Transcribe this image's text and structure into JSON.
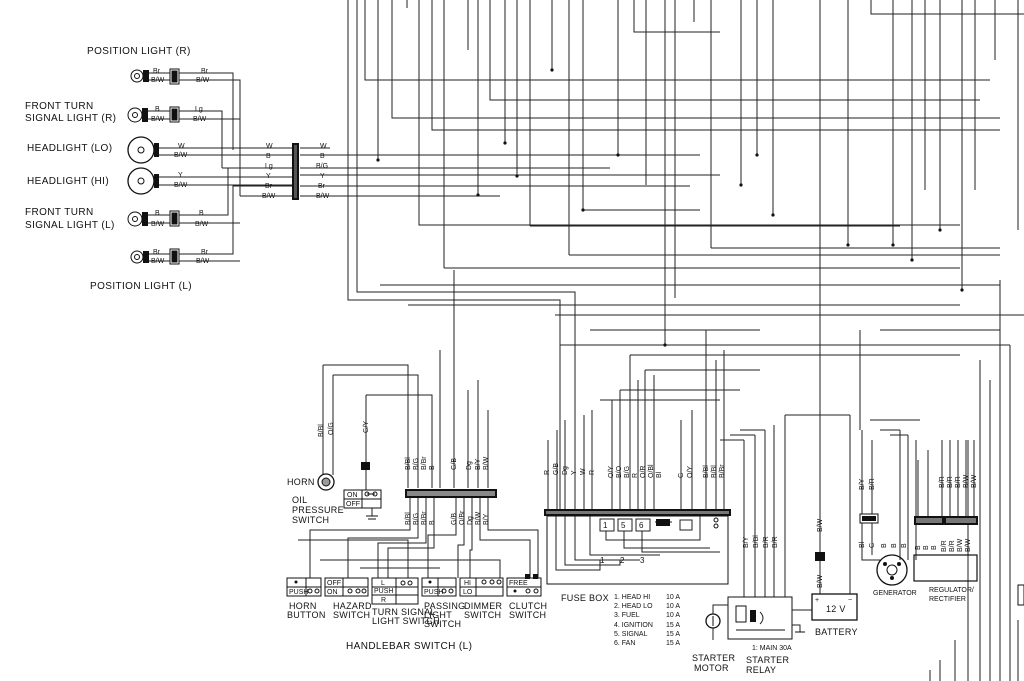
{
  "labels": {
    "position_light_r": "POSITION LIGHT (R)",
    "front_turn_r_1": "FRONT TURN",
    "front_turn_r_2": "SIGNAL LIGHT (R)",
    "headlight_lo": "HEADLIGHT (LO)",
    "headlight_hi": "HEADLIGHT (HI)",
    "front_turn_l_1": "FRONT TURN",
    "front_turn_l_2": "SIGNAL LIGHT (L)",
    "position_light_l": "POSITION LIGHT (L)",
    "horn": "HORN",
    "oil_pressure_1": "OIL",
    "oil_pressure_2": "PRESSURE",
    "oil_pressure_3": "SWITCH",
    "fuse_box": "FUSE BOX",
    "handlebar_switch": "HANDLEBAR SWITCH (L)",
    "starter_motor_1": "STARTER",
    "starter_motor_2": "MOTOR",
    "starter_relay_1": "STARTER",
    "starter_relay_2": "RELAY",
    "main_fuse": "1: MAIN 30A",
    "battery": "BATTERY",
    "battery_voltage": "12 V",
    "generator": "GENERATOR",
    "regulator_1": "REGULATOR/",
    "regulator_2": "RECTIFIER"
  },
  "switches": [
    {
      "name": "horn-button",
      "l1": "HORN",
      "l2": "BUTTON",
      "states": [
        "PUSH"
      ]
    },
    {
      "name": "hazard-switch",
      "l1": "HAZARD",
      "l2": "SWITCH",
      "states": [
        "OFF",
        "ON"
      ]
    },
    {
      "name": "turn-signal-switch",
      "l1": "TURN SIGNAL",
      "l2": "LIGHT SWITCH",
      "states": [
        "L",
        "PUSH",
        "R"
      ]
    },
    {
      "name": "passing-light-switch",
      "l1": "PASSING",
      "l2": "LIGHT",
      "l3": "SWITCH",
      "states": [
        "PUSH"
      ]
    },
    {
      "name": "dimmer-switch",
      "l1": "DIMMER",
      "l2": "SWITCH",
      "states": [
        "HI",
        "LO"
      ]
    },
    {
      "name": "clutch-switch",
      "l1": "CLUTCH",
      "l2": "SWITCH",
      "states": [
        "FREE"
      ]
    }
  ],
  "oil_switch_states": [
    "ON",
    "OFF"
  ],
  "fuses": [
    {
      "name": "1. HEAD HI",
      "rating": "10 A"
    },
    {
      "name": "2. HEAD LO",
      "rating": "10 A"
    },
    {
      "name": "3. FUEL",
      "rating": "10 A"
    },
    {
      "name": "4. IGNITION",
      "rating": "15 A"
    },
    {
      "name": "5. SIGNAL",
      "rating": "15 A"
    },
    {
      "name": "6. FAN",
      "rating": "15 A"
    }
  ],
  "wire_codes": {
    "pos_r": [
      "Br",
      "B/W"
    ],
    "pos_r_out": [
      "Br",
      "B/W"
    ],
    "turn_r": [
      "B",
      "B/W"
    ],
    "turn_r_out": [
      "Lg",
      "B/W"
    ],
    "head_lo": [
      "W",
      "B/W"
    ],
    "head_hi": [
      "Y",
      "B/W"
    ],
    "turn_l": [
      "B",
      "B/W"
    ],
    "pos_l": [
      "Br",
      "B/W"
    ],
    "pos_l_out": [
      "Br",
      "B/W"
    ],
    "connector_left": [
      "W",
      "B",
      "Lg",
      "Y",
      "Br",
      "B/W"
    ],
    "connector_right": [
      "W",
      "B",
      "B/G",
      "Y",
      "Br",
      "B/W"
    ],
    "horn_wires": [
      "B/Bl",
      "O/G"
    ],
    "oil_wire": "G/Y",
    "hb_top": [
      "B/Bl",
      "B/G",
      "B/Br",
      "B",
      "G/B",
      "Dg",
      "B/Y",
      "B/W"
    ],
    "hb_bottom": [
      "B/Bl",
      "B/G",
      "B/Br",
      "B",
      "G/B",
      "O/Br",
      "Dg",
      "B/W",
      "B/Y"
    ],
    "fusebox_top": [
      "R",
      "G/B",
      "Dg",
      "Y",
      "W",
      "R",
      "O/Y",
      "B/O",
      "B/G",
      "R",
      "O/R",
      "O/Bl",
      "Bl",
      "G",
      "O/Y",
      "B/Bl",
      "B/Bl",
      "B/Br"
    ],
    "relay_wires": [
      "B/Y",
      "B/Bl",
      "B/R",
      "B/R"
    ],
    "battery_wire": "B/W",
    "gen_wires_top": [
      "B/Y",
      "B/R"
    ],
    "gen_wires_bottom": [
      "Bl",
      "G",
      "B",
      "B",
      "B"
    ],
    "reg_wires_top": [
      "B/R",
      "B/R",
      "B/R",
      "B/W",
      "B/W"
    ],
    "reg_wires_bottom": [
      "B",
      "B",
      "B",
      "B/R",
      "B/R",
      "B/W",
      "B/W"
    ]
  }
}
